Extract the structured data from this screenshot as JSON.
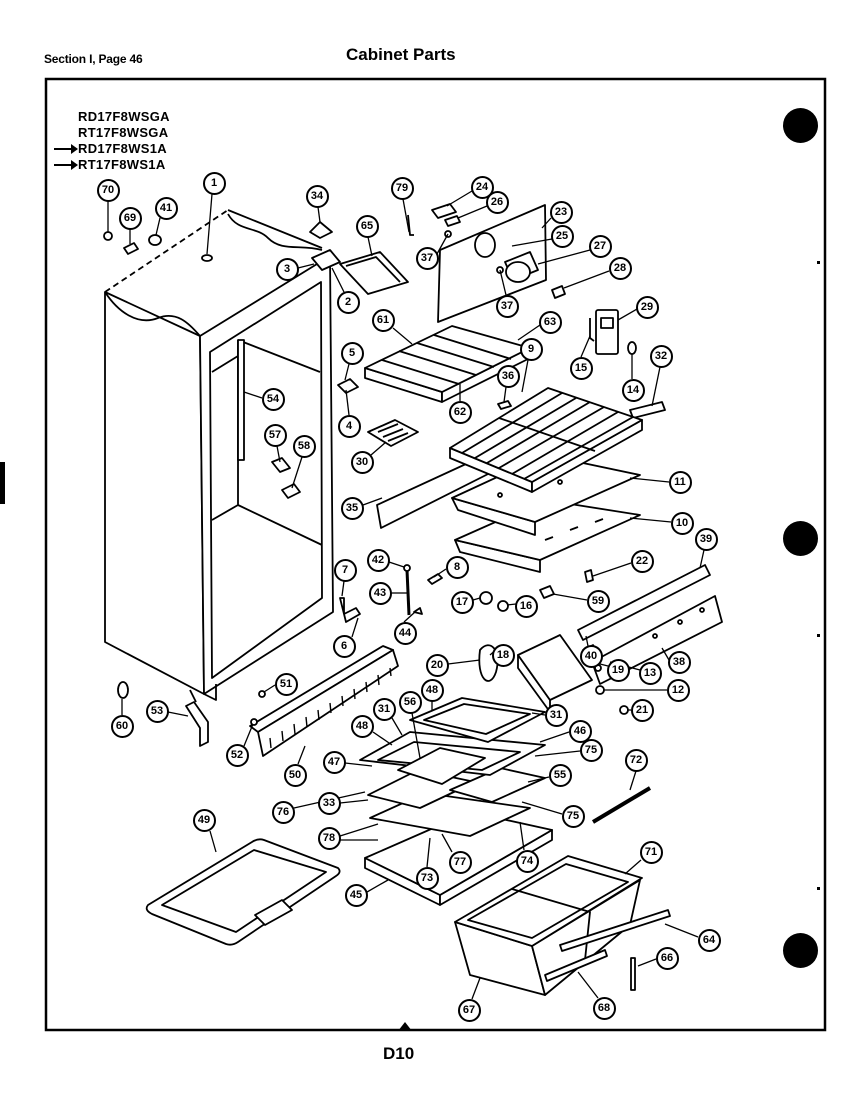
{
  "header": {
    "section_page": "Section I, Page 46",
    "title": "Cabinet Parts"
  },
  "models": [
    {
      "label": "RD17F8WSGA",
      "arrow": false
    },
    {
      "label": "RT17F8WSGA",
      "arrow": false
    },
    {
      "label": "RD17F8WS1A",
      "arrow": true
    },
    {
      "label": "RT17F8WS1A",
      "arrow": true
    }
  ],
  "callouts": [
    "70",
    "69",
    "41",
    "1",
    "34",
    "65",
    "79",
    "24",
    "26",
    "23",
    "25",
    "37",
    "27",
    "28",
    "37",
    "3",
    "2",
    "61",
    "63",
    "29",
    "5",
    "9",
    "15",
    "32",
    "54",
    "36",
    "14",
    "4",
    "62",
    "57",
    "58",
    "30",
    "11",
    "35",
    "10",
    "39",
    "22",
    "42",
    "7",
    "8",
    "43",
    "17",
    "16",
    "59",
    "44",
    "6",
    "18",
    "20",
    "40",
    "19",
    "13",
    "38",
    "51",
    "48",
    "56",
    "12",
    "60",
    "53",
    "31",
    "21",
    "52",
    "48",
    "31",
    "46",
    "50",
    "47",
    "75",
    "72",
    "76",
    "33",
    "55",
    "75",
    "49",
    "78",
    "77",
    "74",
    "73",
    "71",
    "45",
    "64",
    "66",
    "67",
    "68"
  ],
  "footer": {
    "page_code": "D10"
  }
}
